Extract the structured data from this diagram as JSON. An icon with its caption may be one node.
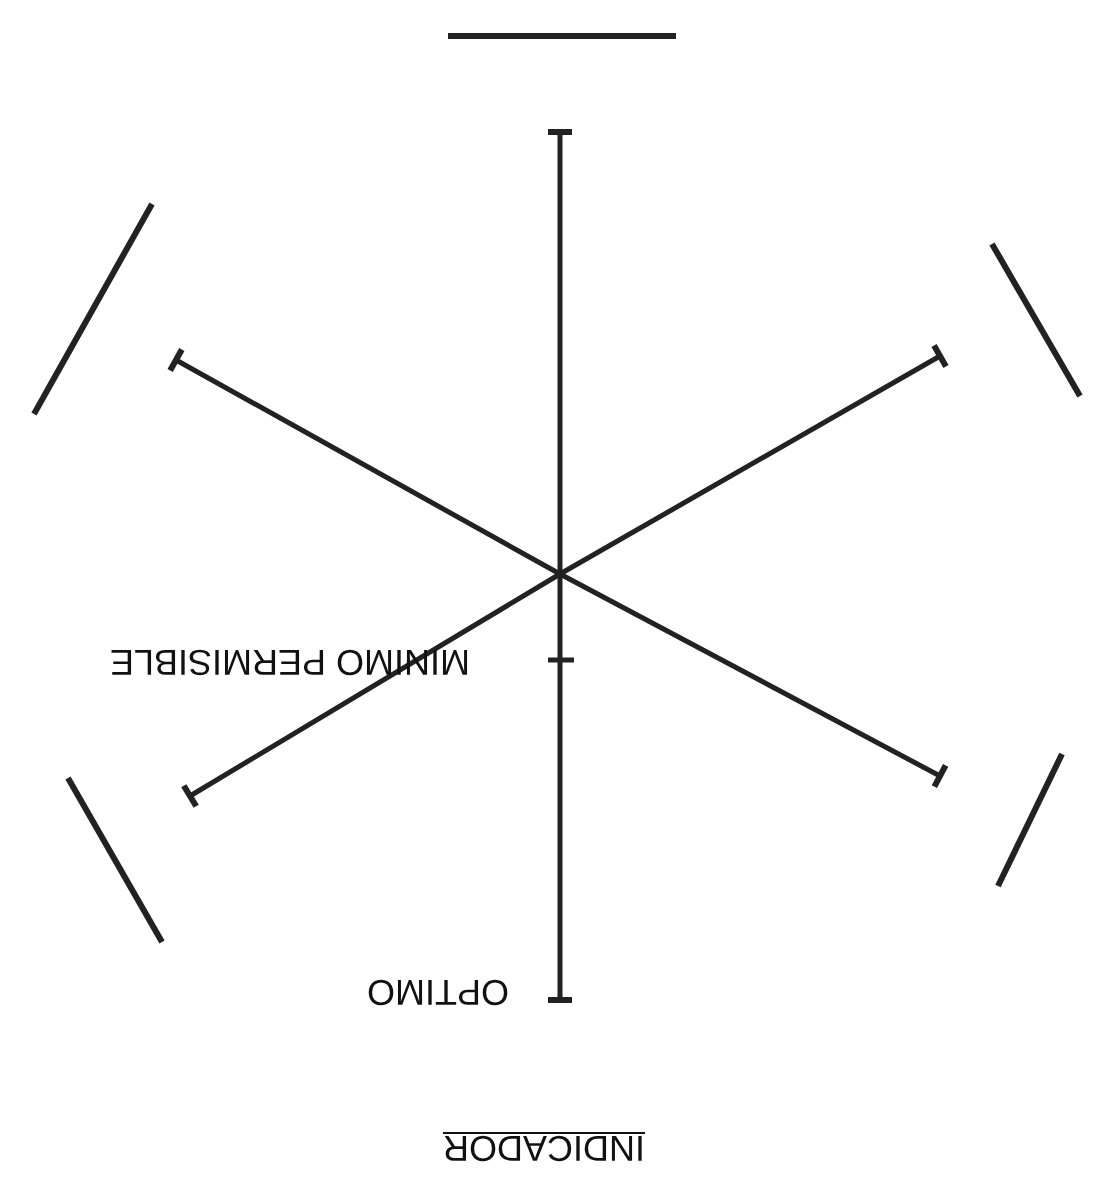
{
  "diagram": {
    "labels": [
      "MINIMO PERMISIBLE",
      "OPTIMO",
      "INDICADOR"
    ]
  }
}
